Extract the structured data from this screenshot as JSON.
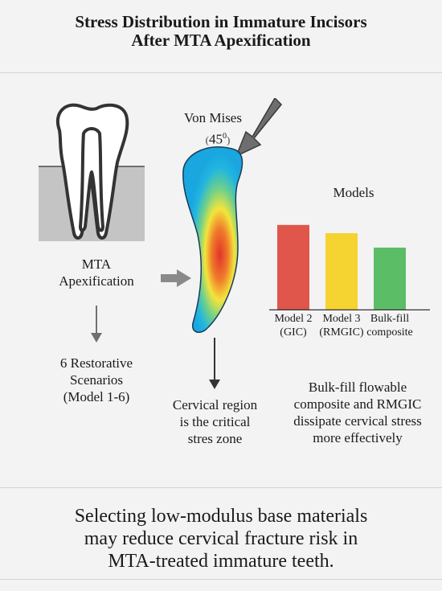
{
  "title": {
    "line1": "Stress Distribution in Immature Incisors",
    "line2": "After MTA Apexification"
  },
  "left_panel": {
    "label_line1": "MTA",
    "label_line2": "Apexification",
    "scenarios_line1": "6 Restorative",
    "scenarios_line2": "Scenarios",
    "scenarios_line3": "(Model 1-6)"
  },
  "center_panel": {
    "stress_label": "Von Mises",
    "angle_label": "45",
    "angle_unit": "0",
    "conclusion_line1": "Cervical region",
    "conclusion_line2": "is the critical",
    "conclusion_line3": "stres zone"
  },
  "chart_data": {
    "type": "bar",
    "title": "Models",
    "categories": [
      "Model 2 (GIC)",
      "Model 3 (RMGIC)",
      "Bulk-fill composite"
    ],
    "category_lines": [
      [
        "Model 2",
        "(GIC)"
      ],
      [
        "Model 3",
        "(RMGIC)"
      ],
      [
        "Bulk-fill",
        "composite"
      ]
    ],
    "values": [
      0.83,
      0.75,
      0.61
    ],
    "colors": [
      "#e0564a",
      "#f5d330",
      "#5cbd67"
    ],
    "ylim": [
      0,
      1
    ],
    "grid": false
  },
  "right_panel": {
    "finding_line1": "Bulk-fill flowable",
    "finding_line2": "composite and RMGIC",
    "finding_line3": "dissipate cervical stress",
    "finding_line4": "more effectively"
  },
  "footer": {
    "line1": "Selecting low-modulus base materials",
    "line2": "may reduce cervical fracture risk in",
    "line3": "MTA-treated immature teeth."
  },
  "colors": {
    "stress_low": "#1eb0e6",
    "stress_mid": "#f5e93a",
    "stress_high": "#e23e2e",
    "arrow": "#707070",
    "bone": "#c4c4c4"
  }
}
